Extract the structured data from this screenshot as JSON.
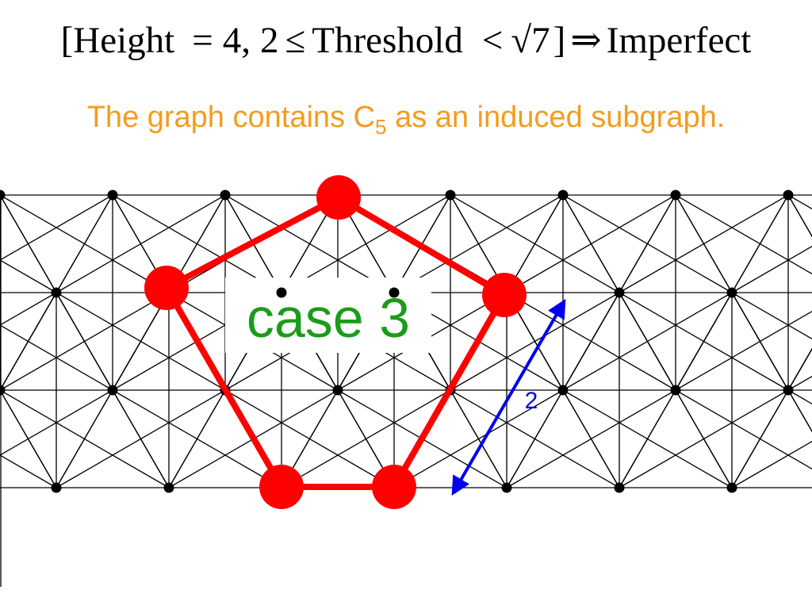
{
  "formula": {
    "open_bracket": "[",
    "height_word": "Height",
    "equals": "=",
    "height_value": "4,",
    "threshold_low": "2",
    "leq": "≤",
    "threshold_word": "Threshold",
    "less_than": "<",
    "radical_sign": "√",
    "radicand": "7",
    "close_bracket": "]",
    "implies": "⇒",
    "result": "Imperfect"
  },
  "subtitle": {
    "before": "The graph contains C",
    "subscript": "5",
    "after": " as an induced subgraph."
  },
  "case_label": "case 3",
  "distance_label": "2",
  "colors": {
    "subtitle": "#f39c1e",
    "case_label": "#1a9c1a",
    "cycle": "#ff0000",
    "arrow": "#0000ee",
    "lattice": "#000000"
  }
}
